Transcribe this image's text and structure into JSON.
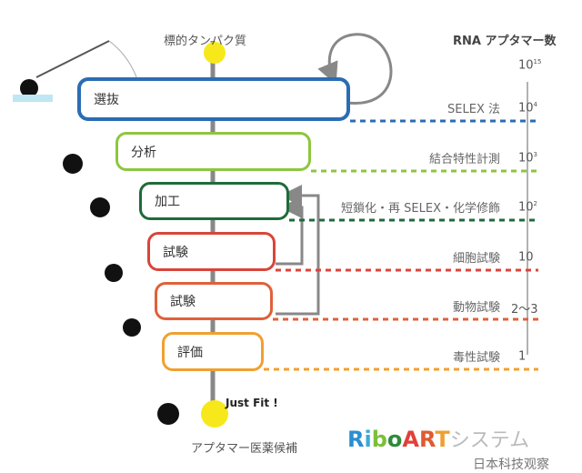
{
  "top_label": "標的タンパク質",
  "column_header": "RNA アプタマー数",
  "start_count": {
    "base": "10",
    "exp": "15"
  },
  "stages": [
    {
      "box": "選抜",
      "step": "SELEX 法",
      "count_base": "10",
      "count_exp": "4",
      "color": "#2a6db3"
    },
    {
      "box": "分析",
      "step": "結合特性計測",
      "count_base": "10",
      "count_exp": "3",
      "color": "#8dc63f"
    },
    {
      "box": "加工",
      "step": "短鎖化・再 SELEX・化学修飾",
      "count_base": "10",
      "count_exp": "2",
      "color": "#1f6b3a"
    },
    {
      "box": "試験",
      "step": "細胞試験",
      "count_base": "10",
      "count_exp": "",
      "color": "#d9453a"
    },
    {
      "box": "試験",
      "step": "動物試験",
      "count_base": "2〜3",
      "count_exp": "",
      "color": "#e0603a"
    },
    {
      "box": "評価",
      "step": "毒性試験",
      "count_base": "1",
      "count_exp": "",
      "color": "#f0a030"
    }
  ],
  "just_fit": "Just Fit !",
  "bottom_label": "アプタマー医薬候補",
  "brand": {
    "letters": [
      {
        "t": "R",
        "c": "#2a8fd0"
      },
      {
        "t": "i",
        "c": "#3aa9d8"
      },
      {
        "t": "b",
        "c": "#7cbf3a"
      },
      {
        "t": "o",
        "c": "#2e8b3a"
      },
      {
        "t": "A",
        "c": "#e2403a"
      },
      {
        "t": "R",
        "c": "#e05a30"
      },
      {
        "t": "T",
        "c": "#f0a030"
      }
    ],
    "suffix": "システム"
  },
  "watermark": "日本科技观察"
}
